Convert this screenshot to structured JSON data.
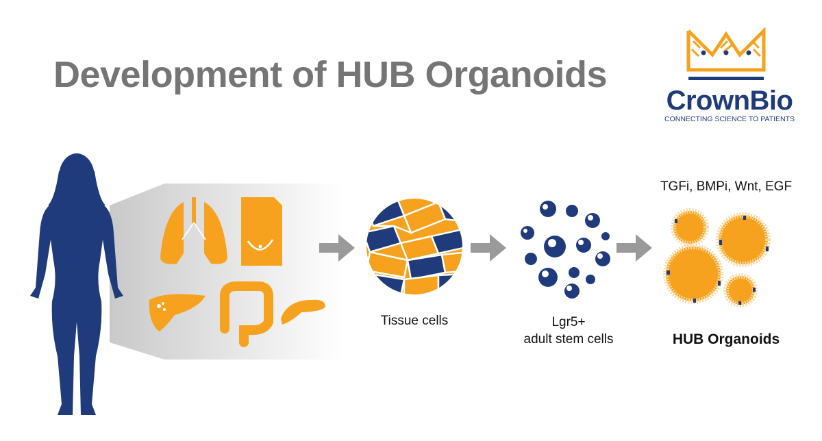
{
  "title": "Development of HUB Organoids",
  "logo": {
    "brand": "CrownBio",
    "tagline": "CONNECTING SCIENCE TO PATIENTS"
  },
  "steps": {
    "tissue_label": "Tissue cells",
    "stem_label_line1": "Lgr5+",
    "stem_label_line2": "adult stem cells",
    "factors": "TGFi, BMPi, Wnt, EGF",
    "organoid_label": "HUB Organoids"
  },
  "colors": {
    "navy": "#1f3b7c",
    "orange": "#f6a21e",
    "grey": "#757575",
    "arrow": "#9a9a9a"
  }
}
